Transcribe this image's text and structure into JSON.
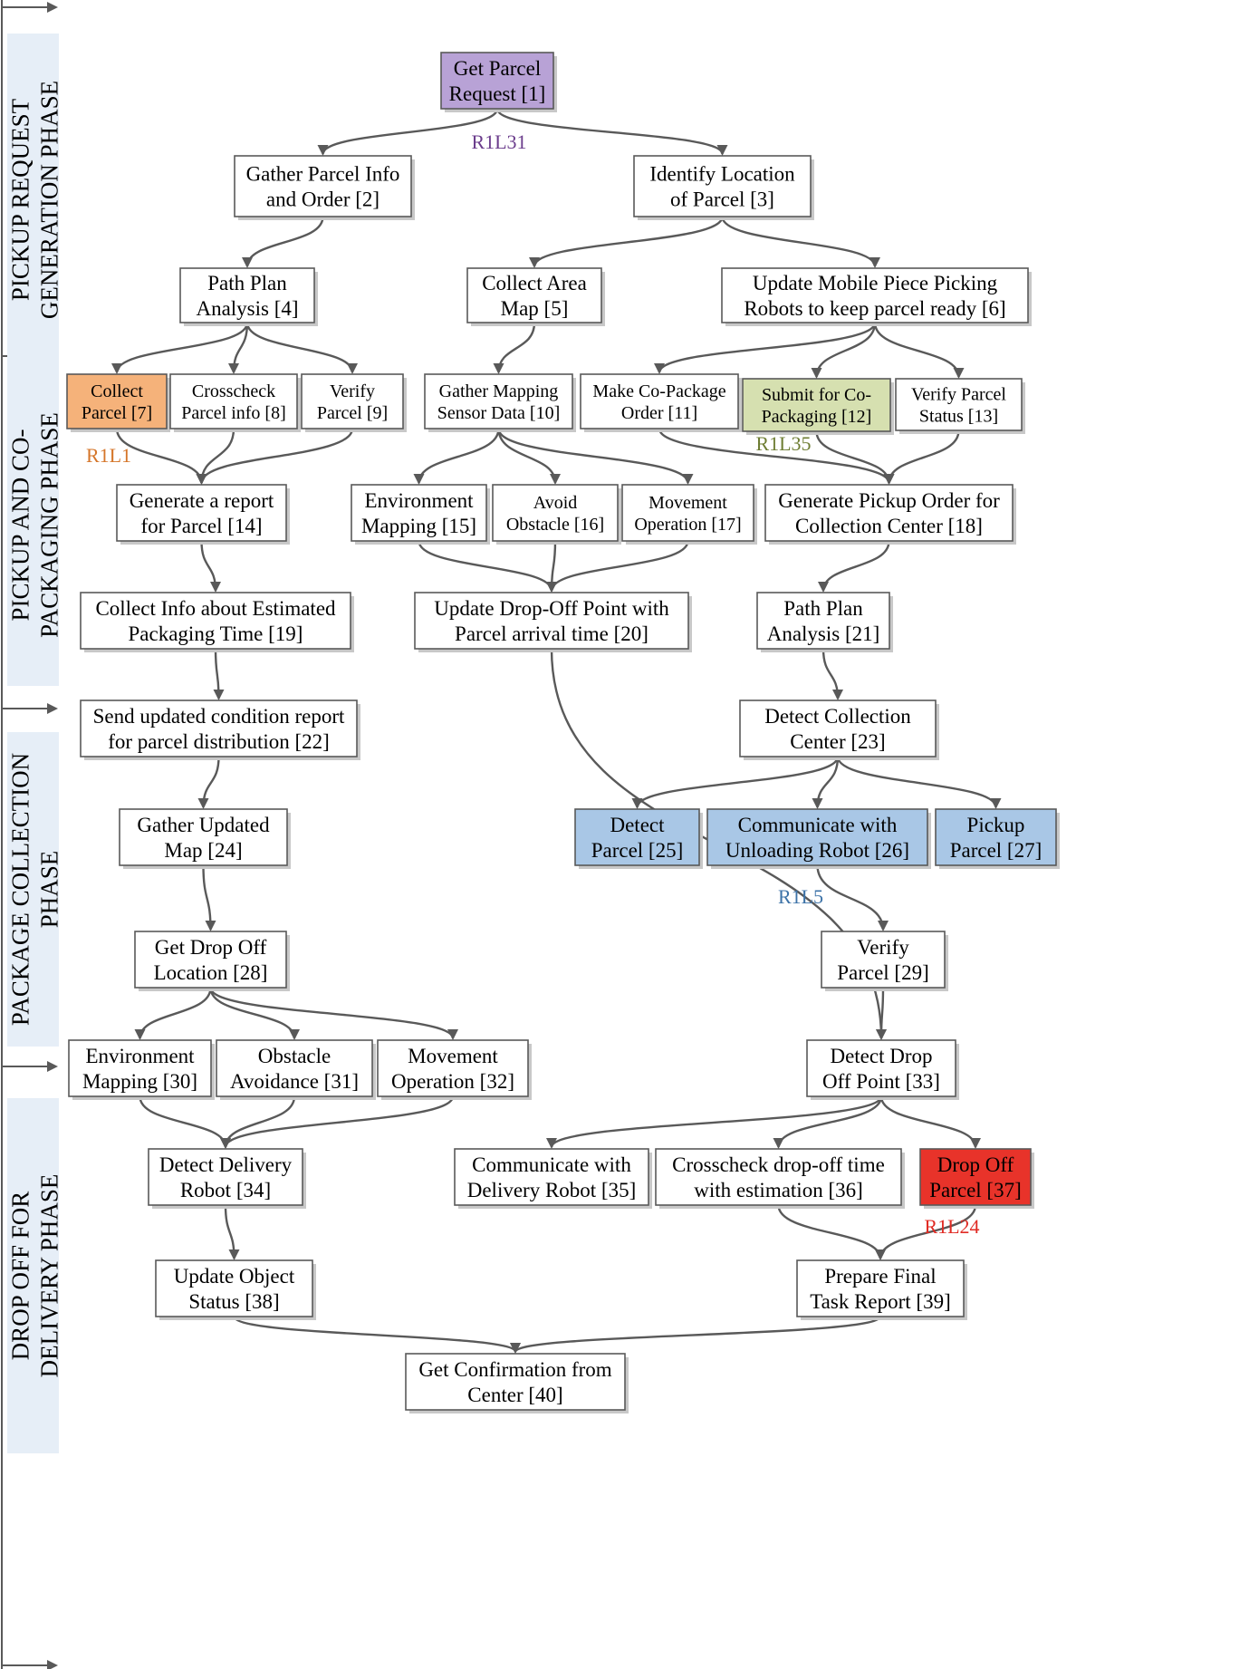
{
  "phases": [
    {
      "id": "p1",
      "lines": [
        "PICKUP REQUEST",
        "GENERATION PHASE"
      ]
    },
    {
      "id": "p2",
      "lines": [
        "PICKUP AND CO-",
        "PACKAGING PHASE"
      ]
    },
    {
      "id": "p3",
      "lines": [
        "PACKAGE COLLECTION",
        "PHASE"
      ]
    },
    {
      "id": "p4",
      "lines": [
        "DROP OFF FOR",
        "DELIVERY PHASE"
      ]
    }
  ],
  "nodes": [
    {
      "id": 1,
      "lines": [
        "Get Parcel",
        "Request [1]"
      ],
      "style": "purple"
    },
    {
      "id": 2,
      "lines": [
        "Gather Parcel Info",
        "and Order [2]"
      ]
    },
    {
      "id": 3,
      "lines": [
        "Identify Location",
        "of Parcel [3]"
      ]
    },
    {
      "id": 4,
      "lines": [
        "Path Plan",
        "Analysis [4]"
      ]
    },
    {
      "id": 5,
      "lines": [
        "Collect Area",
        "Map [5]"
      ]
    },
    {
      "id": 6,
      "lines": [
        "Update Mobile Piece Picking",
        "Robots to keep parcel ready [6]"
      ]
    },
    {
      "id": 7,
      "lines": [
        "Collect",
        "Parcel [7]"
      ],
      "style": "orange",
      "small": true
    },
    {
      "id": 8,
      "lines": [
        "Crosscheck",
        "Parcel info [8]"
      ],
      "small": true
    },
    {
      "id": 9,
      "lines": [
        "Verify",
        "Parcel [9]"
      ],
      "small": true
    },
    {
      "id": 10,
      "lines": [
        "Gather Mapping",
        "Sensor Data [10]"
      ],
      "small": true
    },
    {
      "id": 11,
      "lines": [
        "Make Co-Package",
        "Order [11]"
      ],
      "small": true
    },
    {
      "id": 12,
      "lines": [
        "Submit for Co-",
        "Packaging [12]"
      ],
      "style": "green",
      "small": true
    },
    {
      "id": 13,
      "lines": [
        "Verify Parcel",
        "Status [13]"
      ],
      "small": true
    },
    {
      "id": 14,
      "lines": [
        "Generate a report",
        "for Parcel [14]"
      ]
    },
    {
      "id": 15,
      "lines": [
        "Environment",
        "Mapping [15]"
      ]
    },
    {
      "id": 16,
      "lines": [
        "Avoid",
        "Obstacle [16]"
      ],
      "small": true
    },
    {
      "id": 17,
      "lines": [
        "Movement",
        "Operation [17]"
      ],
      "small": true
    },
    {
      "id": 18,
      "lines": [
        "Generate Pickup Order for",
        "Collection Center [18]"
      ]
    },
    {
      "id": 19,
      "lines": [
        "Collect Info about Estimated",
        "Packaging Time [19]"
      ]
    },
    {
      "id": 20,
      "lines": [
        "Update Drop-Off Point with",
        "Parcel arrival time [20]"
      ]
    },
    {
      "id": 21,
      "lines": [
        "Path Plan",
        "Analysis [21]"
      ]
    },
    {
      "id": 22,
      "lines": [
        "Send updated condition report",
        "for parcel distribution [22]"
      ]
    },
    {
      "id": 23,
      "lines": [
        "Detect Collection",
        "Center [23]"
      ]
    },
    {
      "id": 24,
      "lines": [
        "Gather Updated",
        "Map [24]"
      ]
    },
    {
      "id": 25,
      "lines": [
        "Detect",
        "Parcel [25]"
      ],
      "style": "blue"
    },
    {
      "id": 26,
      "lines": [
        "Communicate with",
        "Unloading Robot [26]"
      ],
      "style": "blue"
    },
    {
      "id": 27,
      "lines": [
        "Pickup",
        "Parcel [27]"
      ],
      "style": "blue"
    },
    {
      "id": 28,
      "lines": [
        "Get Drop Off",
        "Location [28]"
      ]
    },
    {
      "id": 29,
      "lines": [
        "Verify",
        "Parcel [29]"
      ]
    },
    {
      "id": 30,
      "lines": [
        "Environment",
        "Mapping [30]"
      ]
    },
    {
      "id": 31,
      "lines": [
        "Obstacle",
        "Avoidance [31]"
      ]
    },
    {
      "id": 32,
      "lines": [
        "Movement",
        "Operation [32]"
      ]
    },
    {
      "id": 33,
      "lines": [
        "Detect Drop",
        "Off Point [33]"
      ]
    },
    {
      "id": 34,
      "lines": [
        "Detect Delivery",
        "Robot [34]"
      ]
    },
    {
      "id": 35,
      "lines": [
        "Communicate with",
        "Delivery Robot [35]"
      ]
    },
    {
      "id": 36,
      "lines": [
        "Crosscheck drop-off time",
        "with estimation [36]"
      ]
    },
    {
      "id": 37,
      "lines": [
        "Drop Off",
        "Parcel [37]"
      ],
      "style": "red"
    },
    {
      "id": 38,
      "lines": [
        "Update Object",
        "Status [38]"
      ]
    },
    {
      "id": 39,
      "lines": [
        "Prepare Final",
        "Task Report [39]"
      ]
    },
    {
      "id": 40,
      "lines": [
        "Get Confirmation from",
        "Center [40]"
      ]
    }
  ],
  "labels": [
    {
      "id": "l31",
      "text": "R1L31",
      "color": "#6b3d8c"
    },
    {
      "id": "l1",
      "text": "R1L1",
      "color": "#d5762a"
    },
    {
      "id": "l35",
      "text": "R1L35",
      "color": "#6e7d33"
    },
    {
      "id": "l5",
      "text": "R1L5",
      "color": "#3d73a8"
    },
    {
      "id": "l24",
      "text": "R1L24",
      "color": "#e02b24"
    }
  ],
  "colors": {
    "box_border": "#595959",
    "box_fill": "#ffffff",
    "arrow": "#595959",
    "phase_fill": "#e6eef7",
    "purple": "#b8a2d6",
    "orange": "#f5b27a",
    "green": "#d6e0b0",
    "blue": "#a9c7e6",
    "red": "#e8332a"
  },
  "edges": [
    [
      1,
      2
    ],
    [
      1,
      3
    ],
    [
      2,
      4
    ],
    [
      3,
      5
    ],
    [
      3,
      6
    ],
    [
      4,
      7
    ],
    [
      4,
      8
    ],
    [
      4,
      9
    ],
    [
      7,
      14
    ],
    [
      8,
      14
    ],
    [
      9,
      14
    ],
    [
      5,
      10
    ],
    [
      6,
      11
    ],
    [
      6,
      12
    ],
    [
      6,
      13
    ],
    [
      11,
      18
    ],
    [
      12,
      18
    ],
    [
      13,
      18
    ],
    [
      10,
      15
    ],
    [
      10,
      16
    ],
    [
      10,
      17
    ],
    [
      15,
      20
    ],
    [
      16,
      20
    ],
    [
      17,
      20
    ],
    [
      14,
      19
    ],
    [
      18,
      21
    ],
    [
      19,
      22
    ],
    [
      21,
      23
    ],
    [
      22,
      24
    ],
    [
      23,
      25
    ],
    [
      23,
      26
    ],
    [
      23,
      27
    ],
    [
      24,
      28
    ],
    [
      26,
      29
    ],
    [
      28,
      30
    ],
    [
      28,
      31
    ],
    [
      28,
      32
    ],
    [
      20,
      33
    ],
    [
      29,
      33
    ],
    [
      30,
      34
    ],
    [
      31,
      34
    ],
    [
      32,
      34
    ],
    [
      33,
      35
    ],
    [
      33,
      36
    ],
    [
      33,
      37
    ],
    [
      34,
      38
    ],
    [
      36,
      39
    ],
    [
      37,
      39
    ],
    [
      38,
      40
    ],
    [
      39,
      40
    ]
  ]
}
